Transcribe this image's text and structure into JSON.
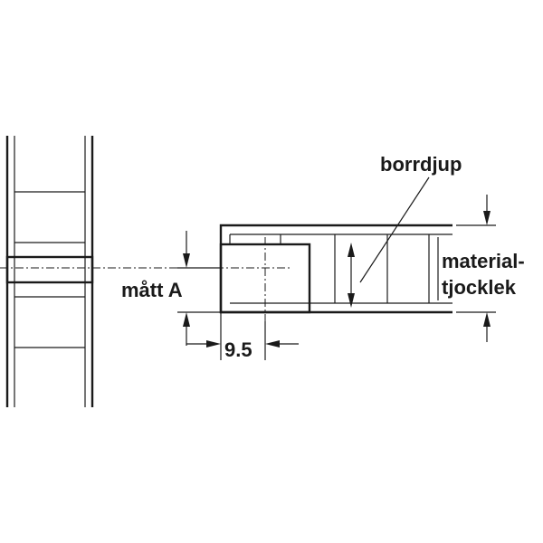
{
  "labels": {
    "borrdjup": "borrdjup",
    "matt_a": "mått A",
    "dimension_9_5": "9.5",
    "material_line1": "material-",
    "material_line2": "tjocklek"
  }
}
